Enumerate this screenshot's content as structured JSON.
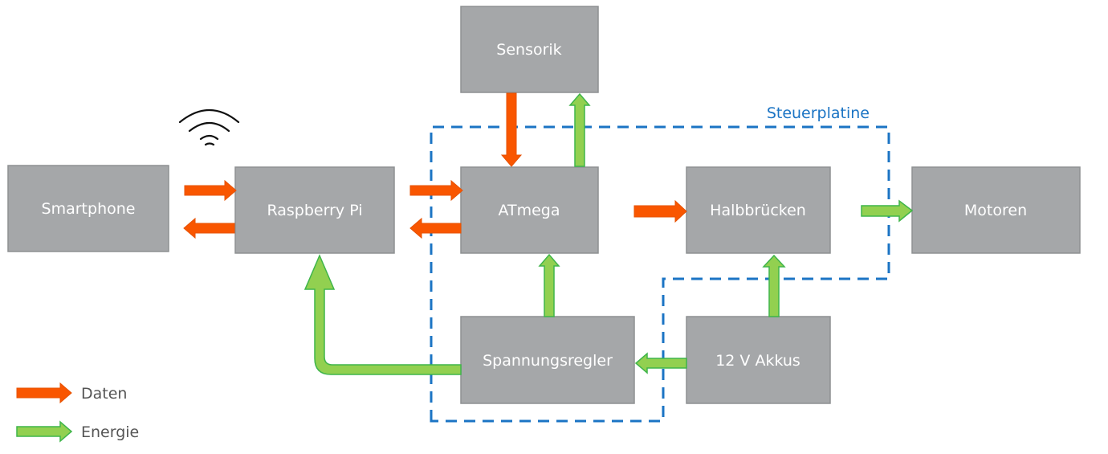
{
  "diagram": {
    "region": {
      "label": "Steuerplatine",
      "color": "#1b74c4"
    },
    "nodes": {
      "smartphone": {
        "label": "Smartphone"
      },
      "raspberry": {
        "label": "Raspberry Pi"
      },
      "sensorik": {
        "label": "Sensorik"
      },
      "atmega": {
        "label": "ATmega"
      },
      "halbbruecken": {
        "label": "Halbbrücken"
      },
      "motoren": {
        "label": "Motoren"
      },
      "spannungsregler": {
        "label": "Spannungsregler"
      },
      "akkus": {
        "label": "12 V Akkus"
      }
    },
    "edges": [
      {
        "from": "Smartphone",
        "to": "Raspberry Pi",
        "type": "Daten"
      },
      {
        "from": "Raspberry Pi",
        "to": "Smartphone",
        "type": "Daten"
      },
      {
        "from": "Raspberry Pi",
        "to": "ATmega",
        "type": "Daten"
      },
      {
        "from": "ATmega",
        "to": "Raspberry Pi",
        "type": "Daten"
      },
      {
        "from": "Sensorik",
        "to": "ATmega",
        "type": "Daten"
      },
      {
        "from": "ATmega",
        "to": "Sensorik",
        "type": "Energie"
      },
      {
        "from": "ATmega",
        "to": "Halbbrücken",
        "type": "Daten"
      },
      {
        "from": "Halbbrücken",
        "to": "Motoren",
        "type": "Energie"
      },
      {
        "from": "Spannungsregler",
        "to": "ATmega",
        "type": "Energie"
      },
      {
        "from": "Spannungsregler",
        "to": "Raspberry Pi",
        "type": "Energie"
      },
      {
        "from": "12 V Akkus",
        "to": "Spannungsregler",
        "type": "Energie"
      },
      {
        "from": "12 V Akkus",
        "to": "Halbbrücken",
        "type": "Energie"
      }
    ],
    "wireless_icon": "wifi-icon",
    "legend": {
      "data": {
        "label": "Daten",
        "color": "#f95600"
      },
      "energy": {
        "label": "Energie",
        "color": "#92d050"
      }
    }
  }
}
